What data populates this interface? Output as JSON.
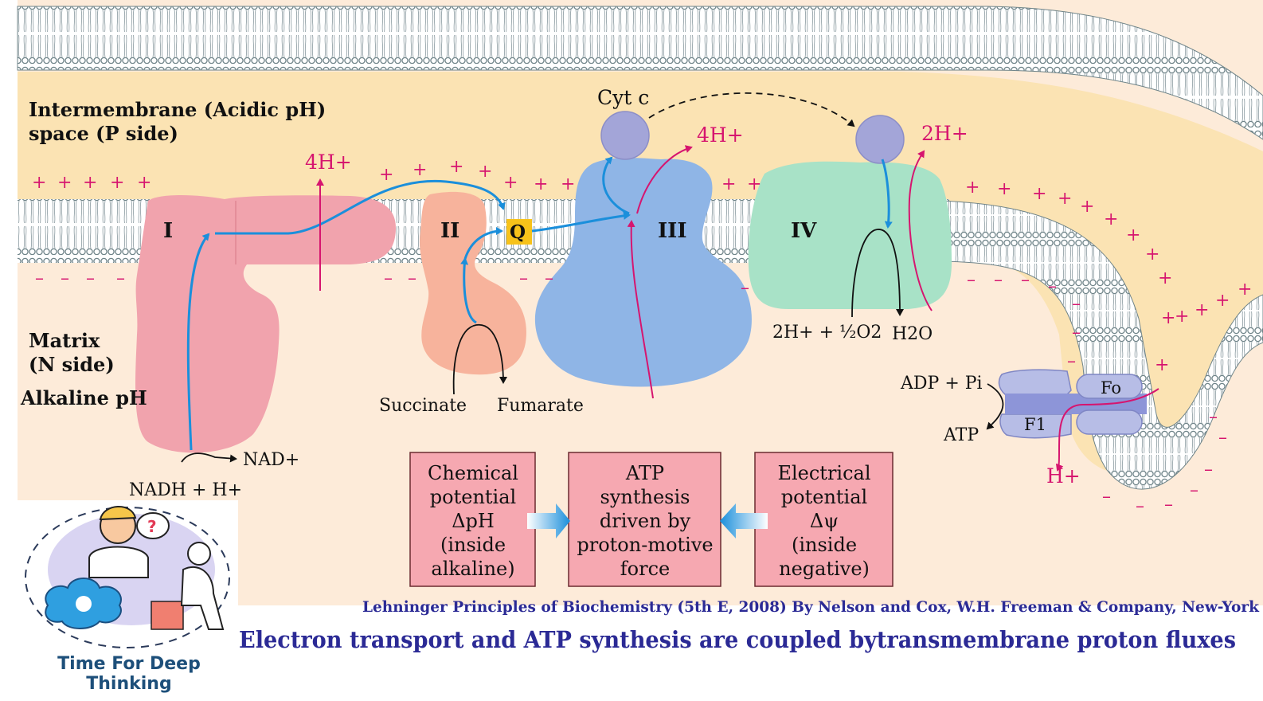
{
  "regions": {
    "ims_line1": "Intermembrane (Acidic pH)",
    "ims_line2": "space (P side)",
    "matrix_line1": "Matrix",
    "matrix_line2": "(N side)",
    "matrix_line3": "Alkaline pH"
  },
  "complexes": {
    "c1": "I",
    "c2": "II",
    "c3": "III",
    "c4": "IV",
    "q": "Q",
    "cytc": "Cyt c"
  },
  "protons": {
    "c1_out": "4H+",
    "c3_out": "4H+",
    "c4_out": "2H+",
    "atp_in": "H+",
    "plus": "+",
    "minus": "–"
  },
  "substrates": {
    "nadh": "NADH + H+",
    "nad": "NAD+",
    "succinate": "Succinate",
    "fumarate": "Fumarate",
    "o2": "2H+ + ½O2",
    "h2o": "H2O",
    "adp": "ADP + Pi",
    "atp": "ATP",
    "fo": "Fo",
    "f1": "F1"
  },
  "boxes": {
    "chemical": [
      "Chemical",
      "potential",
      "ΔpH",
      "(inside",
      "alkaline)"
    ],
    "center": [
      "ATP",
      "synthesis",
      "driven by",
      "proton-motive",
      "force"
    ],
    "electrical": [
      "Electrical",
      "potential",
      "Δψ",
      "(inside",
      "negative)"
    ]
  },
  "logo": {
    "line1": "Time For Deep",
    "line2": "Thinking"
  },
  "citation": "Lehninger Principles of Biochemistry (5th E, 2008) By Nelson and Cox, W.H. Freeman & Company, New-York",
  "title": "Electron transport and ATP synthesis are coupled bytransmembrane proton fluxes",
  "colors": {
    "ims": "#fbe3b3",
    "matrix": "#fdebd9",
    "proton": "#d6156f",
    "electron": "#1b8fdb",
    "complex1": "#f1a3ad",
    "complex2": "#f7b39c",
    "complex3": "#8fb5e6",
    "complex4": "#a8e2c7",
    "box": "#f6a8b1",
    "title": "#2b2a95"
  }
}
